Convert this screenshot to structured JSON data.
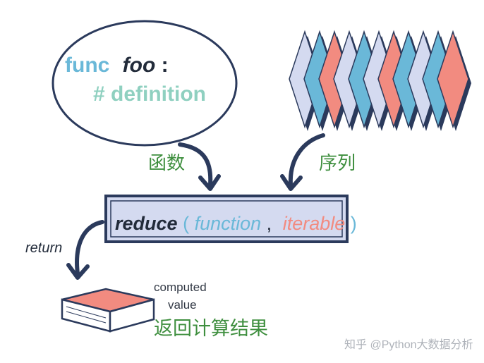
{
  "function_box": {
    "keyword": "func",
    "name": "foo",
    "colon": ":",
    "comment": "# definition"
  },
  "labels": {
    "function_cn": "函数",
    "sequence_cn": "序列",
    "return": "return",
    "computed_value_line1": "computed",
    "computed_value_line2": "value",
    "result_cn": "返回计算结果"
  },
  "reduce_call": {
    "name": "reduce",
    "open_paren": "(",
    "arg1": "function",
    "comma": ",",
    "arg2": "iterable",
    "close_paren": ")"
  },
  "watermark": "知乎 @Python大数据分析",
  "sequence_colors": [
    "lavender",
    "blue",
    "salmon",
    "lavender",
    "blue",
    "lavender",
    "salmon",
    "blue",
    "lavender",
    "blue",
    "salmon"
  ],
  "colors": {
    "blue": "#6ab8d8",
    "teal": "#8fd0c0",
    "salmon": "#f28b80",
    "lavender": "#d4daf0",
    "navy": "#2b3a5c",
    "green_text": "#3f8f3f",
    "dark": "#222b3a"
  }
}
